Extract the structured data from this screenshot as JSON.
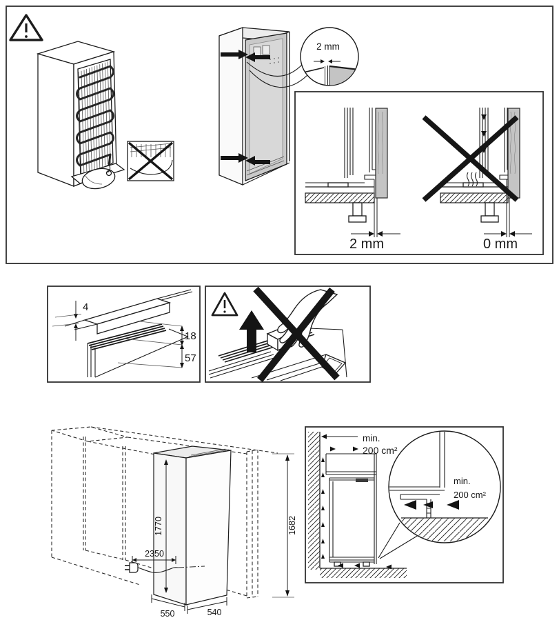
{
  "colors": {
    "line": "#1c1c1c",
    "panel_border": "#2f2f2f",
    "cabinet_shade": "#c9c9c9",
    "wood_shade": "#c4c4c4",
    "prohibition_black": "#161616"
  },
  "top_panel": {
    "description": "built-in niche side clearance",
    "magnifier_gap_label": "2 mm",
    "correct_gap_label": "2 mm",
    "incorrect_gap_label": "0 mm"
  },
  "alignment_panel": {
    "top_gap": "4",
    "rail_offset": "18",
    "lower_offset": "57"
  },
  "dimensions_figure": {
    "appliance_height": "1770",
    "niche_height": "1682",
    "power_cord_length": "2350",
    "appliance_depth": "550",
    "niche_width": "540"
  },
  "ventilation_panel": {
    "top_clearance_min": "min.",
    "top_clearance_area": "200 cm²",
    "plinth_clearance_min": "min.",
    "plinth_clearance_area": "200 cm²"
  }
}
